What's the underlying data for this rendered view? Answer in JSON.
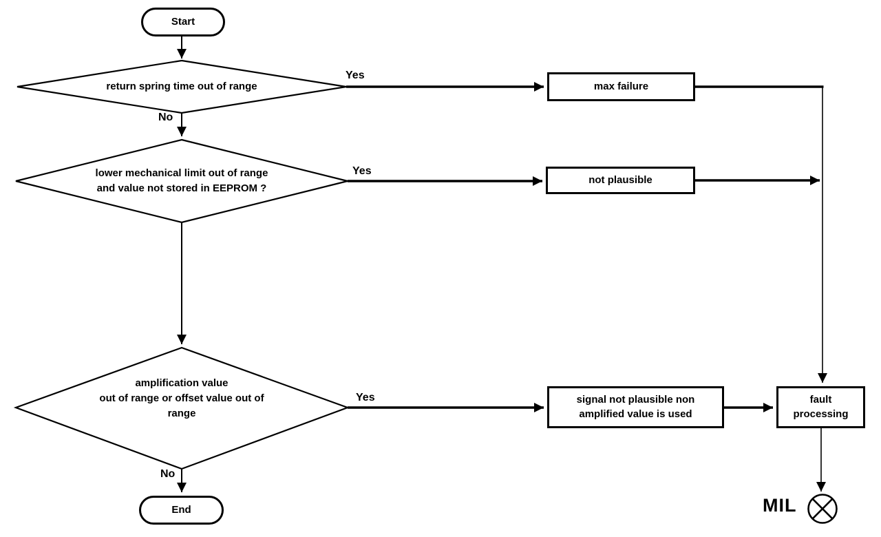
{
  "diagram_type": "flowchart",
  "colors": {
    "line": "#000000",
    "background": "#ffffff",
    "node_fill": "#ffffff",
    "text": "#000000"
  },
  "nodes": {
    "start": {
      "label": "Start"
    },
    "decision1": {
      "lines": [
        "return spring time out of range"
      ]
    },
    "decision2": {
      "lines": [
        "lower mechanical limit out of range",
        "and value not stored in EEPROM ?"
      ]
    },
    "decision3": {
      "lines": [
        "amplification value",
        "out of range or offset value out of",
        "range"
      ]
    },
    "max_failure": {
      "lines": [
        "max failure"
      ]
    },
    "not_plausible": {
      "lines": [
        "not plausible"
      ]
    },
    "signal_not_plausible": {
      "lines": [
        "signal not plausible non",
        "amplified value is used"
      ]
    },
    "fault_processing": {
      "lines": [
        "fault",
        "processing"
      ]
    },
    "end": {
      "label": "End"
    },
    "mil": {
      "label": "MIL"
    }
  },
  "edge_labels": {
    "decision1_yes": "Yes",
    "decision1_no": "No",
    "decision2_yes": "Yes",
    "decision3_yes": "Yes",
    "decision3_no": "No"
  }
}
